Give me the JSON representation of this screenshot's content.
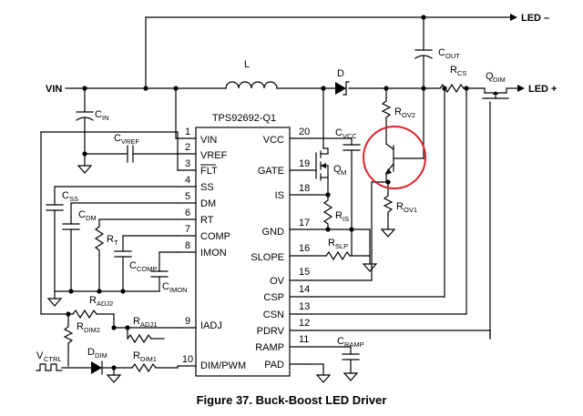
{
  "ic": {
    "name": "TPS92692-Q1",
    "left_pins": [
      {
        "num": "1",
        "name": "VIN"
      },
      {
        "num": "2",
        "name": "VREF"
      },
      {
        "num": "3",
        "name": "FLT"
      },
      {
        "num": "4",
        "name": "SS"
      },
      {
        "num": "5",
        "name": "DM"
      },
      {
        "num": "6",
        "name": "RT"
      },
      {
        "num": "7",
        "name": "COMP"
      },
      {
        "num": "8",
        "name": "IMON"
      },
      {
        "num": "9",
        "name": "IADJ"
      },
      {
        "num": "10",
        "name": "DIM/PWM"
      }
    ],
    "right_pins": [
      {
        "num": "20",
        "name": "VCC"
      },
      {
        "num": "19",
        "name": "GATE"
      },
      {
        "num": "18",
        "name": "IS"
      },
      {
        "num": "17",
        "name": "GND"
      },
      {
        "num": "16",
        "name": "SLOPE"
      },
      {
        "num": "15",
        "name": "OV"
      },
      {
        "num": "14",
        "name": "CSP"
      },
      {
        "num": "13",
        "name": "CSN"
      },
      {
        "num": "12",
        "name": "PDRV"
      },
      {
        "num": "11",
        "name": "RAMP"
      },
      {
        "num": "",
        "name": "PAD"
      }
    ]
  },
  "nets": {
    "vin": "VIN",
    "led_minus": "LED –",
    "led_plus": "LED +"
  },
  "components": {
    "L": "L",
    "D": "D",
    "CIN": {
      "main": "C",
      "sub": "IN"
    },
    "CVREF": {
      "main": "C",
      "sub": "VREF"
    },
    "CSS": {
      "main": "C",
      "sub": "SS"
    },
    "CDM": {
      "main": "C",
      "sub": "DM"
    },
    "RT": {
      "main": "R",
      "sub": "T"
    },
    "CCOMP": {
      "main": "C",
      "sub": "COMP"
    },
    "CIMON": {
      "main": "C",
      "sub": "IMON"
    },
    "RADJ2": {
      "main": "R",
      "sub": "ADJ2"
    },
    "RDIM2": {
      "main": "R",
      "sub": "DIM2"
    },
    "RADJ1": {
      "main": "R",
      "sub": "ADJ1"
    },
    "RDIM1": {
      "main": "R",
      "sub": "DIM1"
    },
    "VCTRL": {
      "main": "V",
      "sub": "CTRL"
    },
    "DDIM": {
      "main": "D",
      "sub": "DIM"
    },
    "CVCC": {
      "main": "C",
      "sub": "VCC"
    },
    "QM": {
      "main": "Q",
      "sub": "M"
    },
    "RIS": {
      "main": "R",
      "sub": "IS"
    },
    "RSLP": {
      "main": "R",
      "sub": "SLP"
    },
    "COUT": {
      "main": "C",
      "sub": "OUT"
    },
    "RCS": {
      "main": "R",
      "sub": "CS"
    },
    "QDIM": {
      "main": "Q",
      "sub": "DIM"
    },
    "ROV2": {
      "main": "R",
      "sub": "OV2"
    },
    "ROV1": {
      "main": "R",
      "sub": "OV1"
    },
    "CRAMP": {
      "main": "C",
      "sub": "RAMP"
    }
  },
  "caption": "Figure 37.  Buck-Boost LED Driver",
  "highlight_color": "#e0202a"
}
